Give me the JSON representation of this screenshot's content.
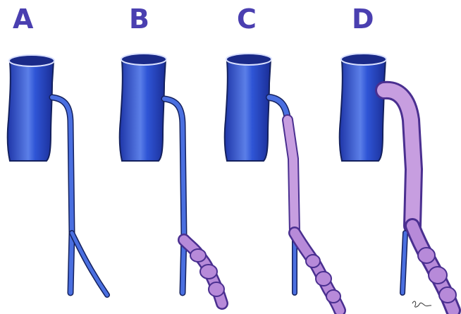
{
  "panels": [
    {
      "label": "A"
    },
    {
      "label": "B"
    },
    {
      "label": "C"
    },
    {
      "label": "D"
    }
  ],
  "colors": {
    "label": "#4a3fb0",
    "vein_blue_dark": "#1e35a8",
    "vein_blue": "#2f55d6",
    "vein_blue_light": "#7e9cf0",
    "varicose_purple": "#b78ad9",
    "varicose_purple_dark": "#5a3aa0",
    "outline": "#14215e"
  }
}
